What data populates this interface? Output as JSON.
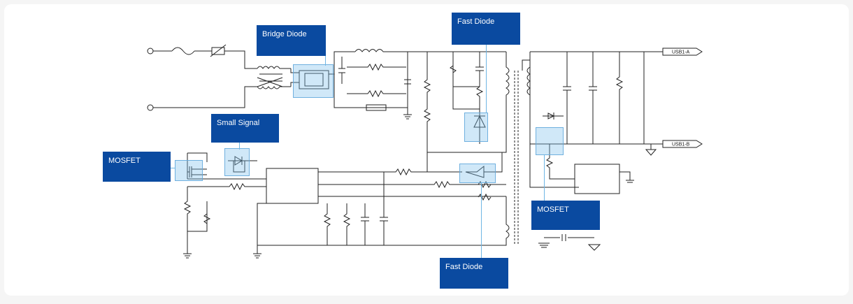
{
  "labels": {
    "bridge_diode": "Bridge Diode",
    "fast_diode_top": "Fast Diode",
    "small_signal": "Small Signal",
    "mosfet_left": "MOSFET",
    "mosfet_right": "MOSFET",
    "fast_diode_bottom": "Fast Diode",
    "usb_a": "USB1-A",
    "usb_b": "USB1-B"
  },
  "colors": {
    "callout_bg": "#0a4aa0",
    "highlight": "#78bee6",
    "wire": "#222222"
  }
}
